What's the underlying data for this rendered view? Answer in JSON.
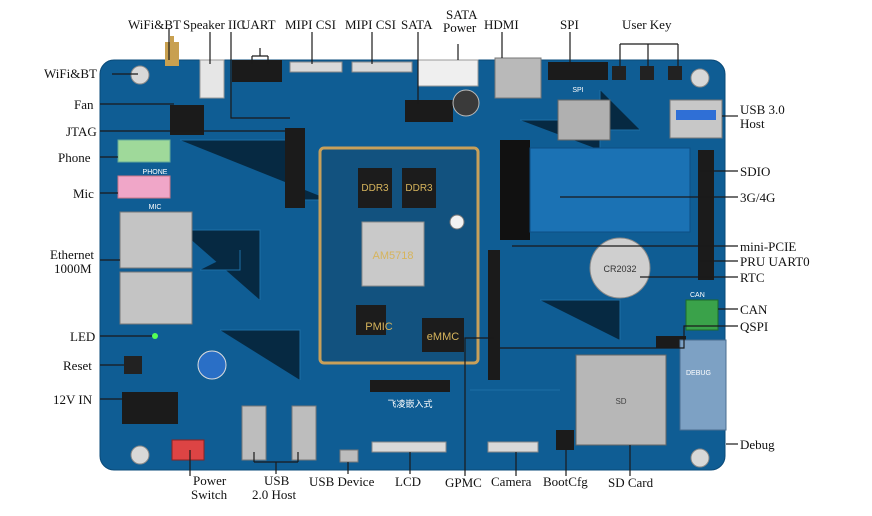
{
  "colors": {
    "pcb": "#0f5d94",
    "pcb_dark": "#0a4a78",
    "som": "#12527f",
    "som_border": "#c8a05a",
    "leader": "#1a1a1a",
    "terminal": "#3aa24a"
  },
  "board": {
    "soc_label": "AM5718",
    "ddr_label_1": "DDR3",
    "ddr_label_2": "DDR3",
    "pmic_label": "PMIC",
    "emmc_label": "eMMC",
    "rtc_battery": "CR2032",
    "brand": "飞凌嵌入式",
    "phone_jack": "PHONE",
    "mic_jack": "MIC",
    "can_label": "CAN",
    "debug_label": "DEBUG",
    "sd_label": "SD",
    "spi_label": "SPI"
  },
  "labels": {
    "top": {
      "wifi_bt": "WiFi&BT",
      "speaker": "Speaker",
      "iic": "IIC",
      "uart": "UART",
      "mipi_csi_1": "MIPI CSI",
      "mipi_csi_2": "MIPI CSI",
      "sata": "SATA",
      "sata_power_1": "SATA",
      "sata_power_2": "Power",
      "hdmi": "HDMI",
      "spi": "SPI",
      "user_key": "User Key"
    },
    "left": {
      "wifi_bt": "WiFi&BT",
      "fan": "Fan",
      "jtag": "JTAG",
      "phone": "Phone",
      "mic": "Mic",
      "ethernet_1": "Ethernet",
      "ethernet_2": "1000M",
      "led": "LED",
      "reset": "Reset",
      "power_in": "12V IN"
    },
    "right": {
      "usb3_1": "USB 3.0",
      "usb3_2": "Host",
      "sdio": "SDIO",
      "cellular": "3G/4G",
      "mini_pcie": "mini-PCIE",
      "pru_uart": "PRU UART0",
      "rtc": "RTC",
      "can": "CAN",
      "qspi": "QSPI",
      "debug": "Debug"
    },
    "bottom": {
      "power_switch_1": "Power",
      "power_switch_2": "Switch",
      "usb2_1": "USB",
      "usb2_2": "2.0 Host",
      "usb_device": "USB Device",
      "lcd": "LCD",
      "gpmc": "GPMC",
      "camera": "Camera",
      "bootcfg": "BootCfg",
      "sd_card": "SD Card"
    }
  }
}
